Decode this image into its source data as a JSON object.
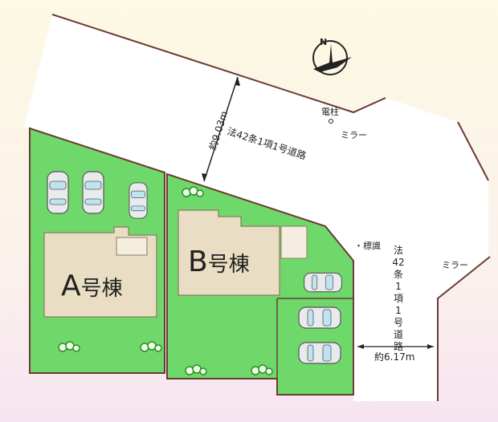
{
  "lots": [
    {
      "label_letter": "A",
      "label_suffix": "号棟"
    },
    {
      "label_letter": "B",
      "label_suffix": "号棟"
    }
  ],
  "roads": {
    "north_width": "約9.03m",
    "north_type": "法42条1項1号道路",
    "east_width": "約6.17m",
    "east_type_chars": [
      "法",
      "42",
      "条",
      "1",
      "項",
      "1",
      "号",
      "道",
      "路"
    ]
  },
  "markers": {
    "pole": "電柱",
    "mirror_1": "ミラー",
    "mirror_2": "ミラー",
    "sign": "・標識",
    "north": "N"
  },
  "colors": {
    "lot_green": "#6fd86a",
    "building": "#e9dec3",
    "boundary": "#6b3b36",
    "road": "#ffffff"
  }
}
